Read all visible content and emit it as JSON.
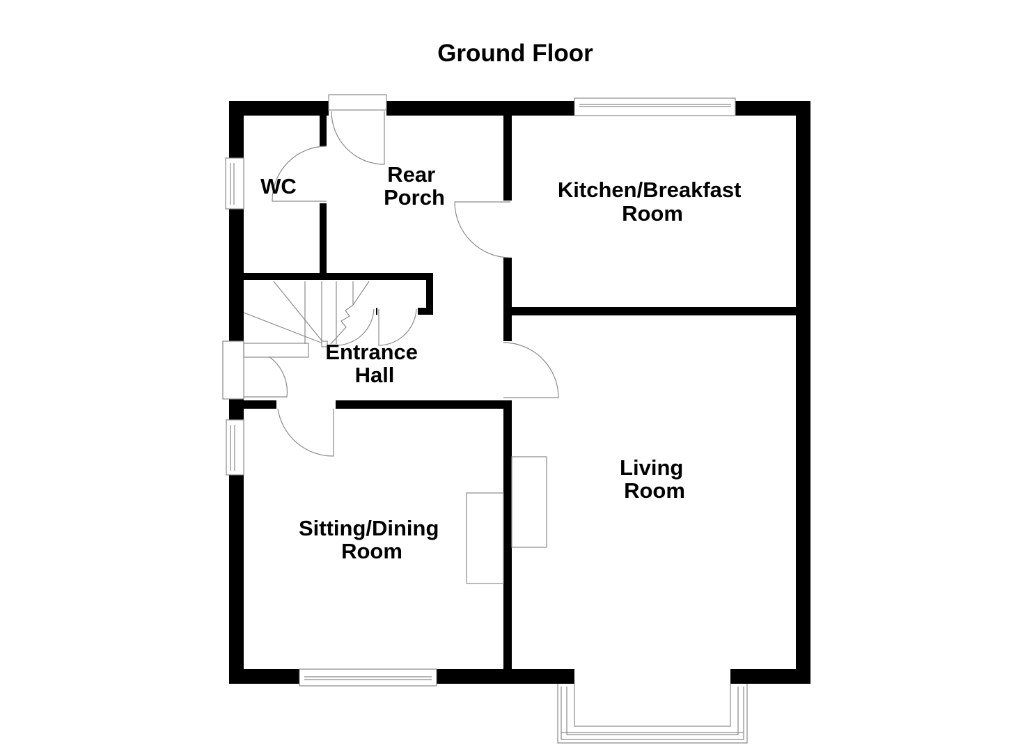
{
  "title": "Ground Floor",
  "colors": {
    "wall": "#000000",
    "fixture_line": "#8a8a8a",
    "background": "#ffffff"
  },
  "rooms": [
    {
      "id": "wc",
      "lines": [
        "WC"
      ]
    },
    {
      "id": "rear_porch",
      "lines": [
        "Rear",
        "Porch"
      ]
    },
    {
      "id": "kitchen",
      "lines": [
        "Kitchen/Breakfast",
        "Room"
      ]
    },
    {
      "id": "entrance_hall",
      "lines": [
        "Entrance",
        "Hall"
      ]
    },
    {
      "id": "living_room",
      "lines": [
        "Living",
        "Room"
      ]
    },
    {
      "id": "sitting_dining",
      "lines": [
        "Sitting/Dining",
        "Room"
      ]
    }
  ]
}
